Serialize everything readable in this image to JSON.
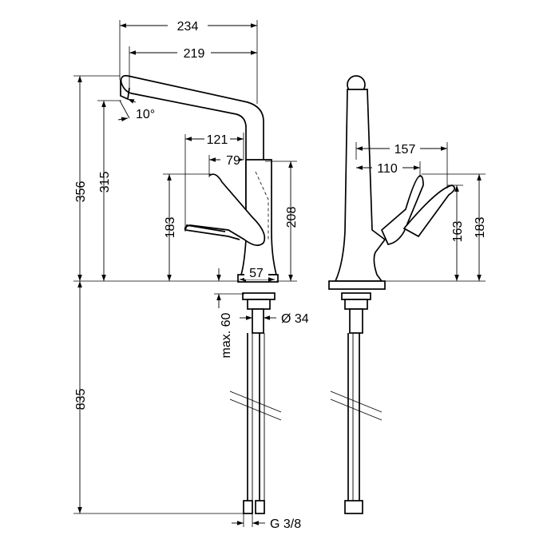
{
  "dimensions": {
    "overall_width": "234",
    "spout_reach": "219",
    "spout_angle": "10°",
    "lever_reach_front": "121",
    "lever_offset_front": "79",
    "total_height": "356",
    "spout_height": "315",
    "lever_height_front": "183",
    "lever_top_height": "208",
    "base_diameter_front": "57",
    "base_diameter_mount": "Ø 34",
    "max_deck_thickness": "max. 60",
    "hose_length": "835",
    "connection_thread": "G 3/8",
    "lever_reach_side": "157",
    "lever_offset_side": "110",
    "lever_height_side": "163",
    "lever_top_side": "183"
  }
}
